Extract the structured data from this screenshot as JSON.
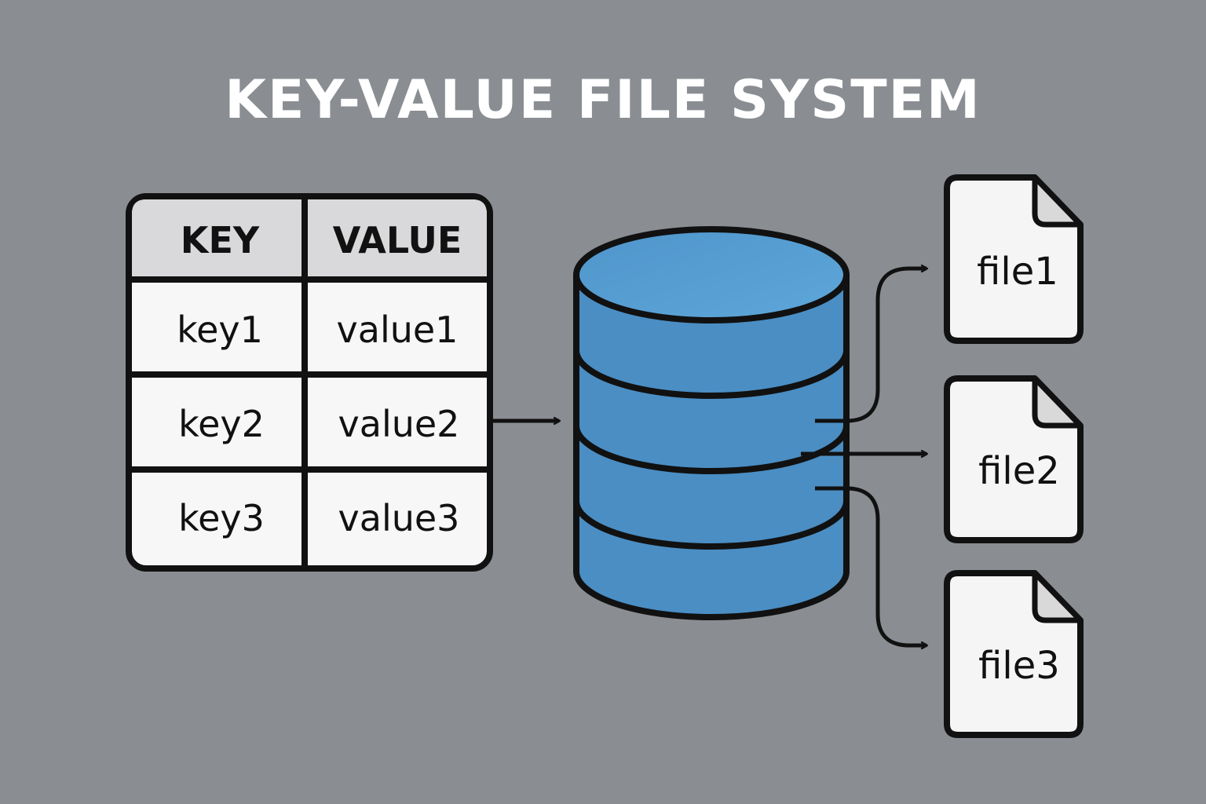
{
  "title": "KEY-VALUE FILE SYSTEM",
  "table": {
    "headers": [
      "KEY",
      "VALUE"
    ],
    "rows": [
      {
        "key": "key1",
        "value": "value1"
      },
      {
        "key": "key2",
        "value": "value2"
      },
      {
        "key": "key3",
        "value": "value3"
      }
    ]
  },
  "files": [
    {
      "label": "file1"
    },
    {
      "label": "file2"
    },
    {
      "label": "file3"
    }
  ],
  "colors": {
    "background": "#8a8d92",
    "database": "#4a8ec4",
    "database_top": "#5aa2d6",
    "header_fill": "#d9d9db",
    "cell_fill": "#f7f7f7",
    "outline": "#111111"
  },
  "icons": {
    "database": "database-cylinder-icon",
    "file": "file-document-icon"
  }
}
